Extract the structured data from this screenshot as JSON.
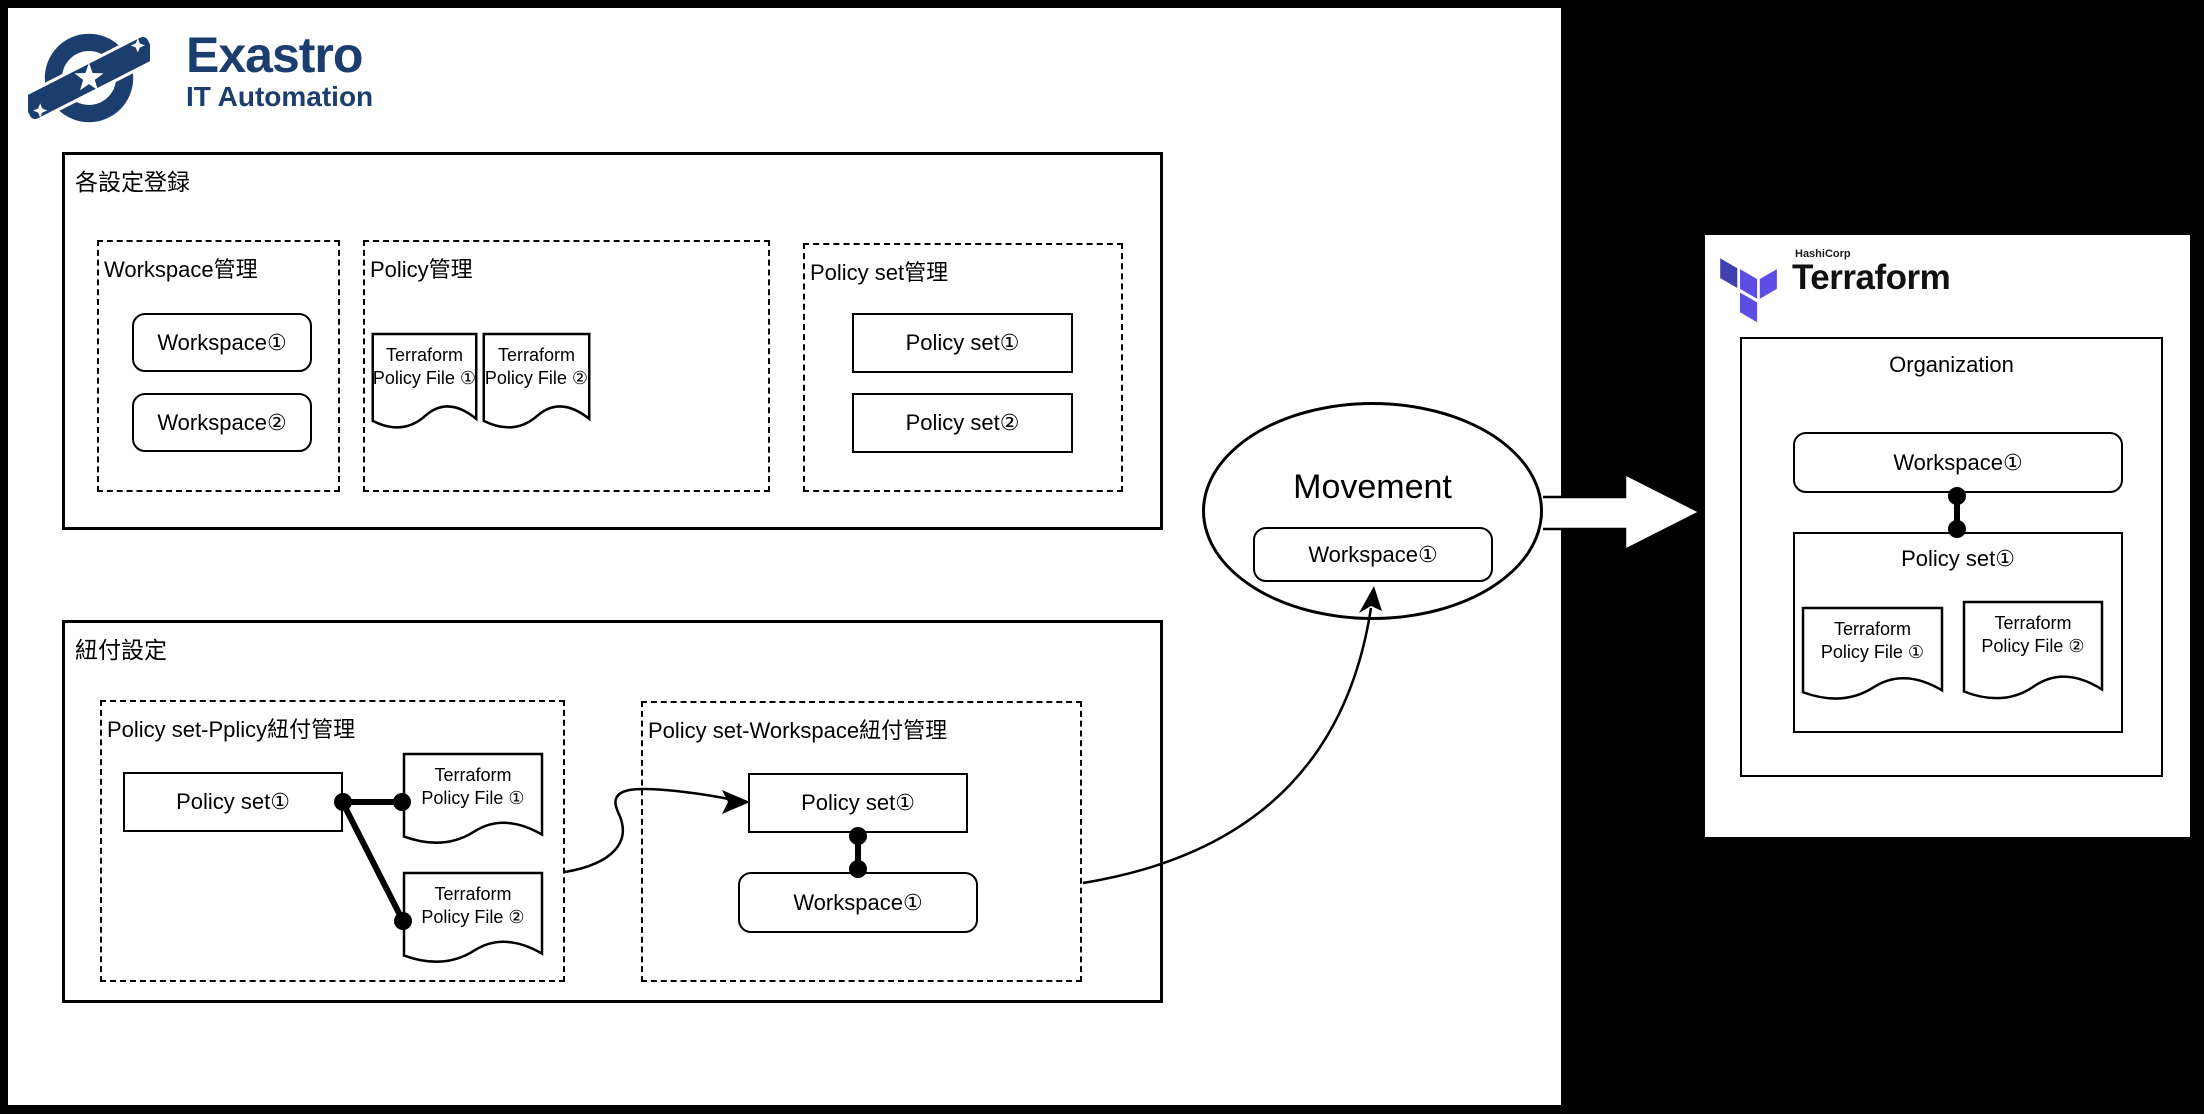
{
  "exastro": {
    "brand": "Exastro",
    "subtitle": "IT Automation"
  },
  "sections": {
    "register": {
      "title": "各設定登録",
      "workspace_mgmt": {
        "title": "Workspace管理",
        "items": [
          "Workspace①",
          "Workspace②"
        ]
      },
      "policy_mgmt": {
        "title": "Policy管理",
        "files": [
          {
            "line1": "Terraform",
            "line2": "Policy File ①"
          },
          {
            "line1": "Terraform",
            "line2": "Policy File ②"
          }
        ]
      },
      "policy_set_mgmt": {
        "title": "Policy set管理",
        "items": [
          "Policy set①",
          "Policy set②"
        ]
      }
    },
    "link": {
      "title": "紐付設定",
      "policy_link": {
        "title": "Policy set-Pplicy紐付管理",
        "policy_set": "Policy set①",
        "files": [
          {
            "line1": "Terraform",
            "line2": "Policy File ①"
          },
          {
            "line1": "Terraform",
            "line2": "Policy File ②"
          }
        ]
      },
      "workspace_link": {
        "title": "Policy set-Workspace紐付管理",
        "policy_set": "Policy set①",
        "workspace": "Workspace①"
      }
    }
  },
  "movement": {
    "title": "Movement",
    "workspace": "Workspace①"
  },
  "terraform": {
    "vendor": "HashiCorp",
    "product": "Terraform",
    "organization": {
      "title": "Organization",
      "workspace": "Workspace①",
      "policy_set": {
        "title": "Policy set①",
        "files": [
          {
            "line1": "Terraform",
            "line2": "Policy File ①"
          },
          {
            "line1": "Terraform",
            "line2": "Policy File ②"
          }
        ]
      }
    }
  },
  "colors": {
    "exastro_navy": "#1c3e6e",
    "terraform_dark": "#4040b2",
    "terraform_light": "#5c4ee5",
    "line_black": "#000000",
    "background_main": "#ffffff",
    "background_right": "#000000"
  }
}
